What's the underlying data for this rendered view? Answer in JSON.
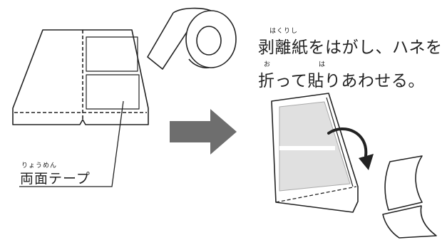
{
  "diagram": {
    "left_label": {
      "ruby": "りょうめん",
      "text": "両面テープ"
    },
    "instruction": {
      "line1": "剥離紙をはがし、ハネを",
      "line1_ruby_1": "はくりし",
      "line2": "折って貼りあわせる。",
      "line2_ruby_1": "お",
      "line2_ruby_2": "は"
    },
    "colors": {
      "stroke": "#222222",
      "arrow": "#6e6e6e",
      "tape_fill": "#e0e0e0",
      "ground": "#ffffff"
    },
    "icons": [
      "double-sided-tape-roll-icon",
      "process-arrow-icon",
      "fold-arrow-icon",
      "peeled-release-paper-icon"
    ]
  }
}
